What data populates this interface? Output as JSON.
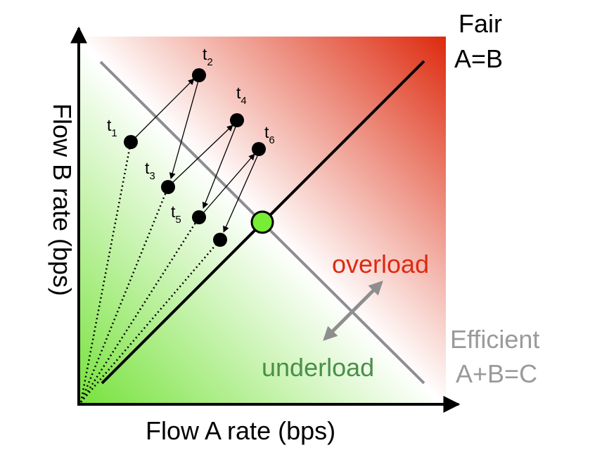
{
  "axes": {
    "x_label": "Flow A rate (bps)",
    "y_label": "Flow B rate (bps)"
  },
  "fair_line": {
    "label_line1": "Fair",
    "label_line2": "A=B"
  },
  "efficient_line": {
    "label_line1": "Efficient",
    "label_line2": "A+B=C"
  },
  "regions": {
    "overload": "overload",
    "underload": "underload"
  },
  "points": [
    {
      "name": "t",
      "sub": "1"
    },
    {
      "name": "t",
      "sub": "2"
    },
    {
      "name": "t",
      "sub": "3"
    },
    {
      "name": "t",
      "sub": "4"
    },
    {
      "name": "t",
      "sub": "5"
    },
    {
      "name": "t",
      "sub": "6"
    }
  ],
  "colors": {
    "overload_text": "#dd2a12",
    "underload_text": "#4a8f4a",
    "efficient_text": "#9a9a9a",
    "equilibrium_fill": "#77ee33",
    "overload_corner": "#dd2a0e",
    "underload_corner": "#77e23c",
    "efficient_line": "#8e8e8e",
    "region_arrow": "#8e8e8e"
  }
}
